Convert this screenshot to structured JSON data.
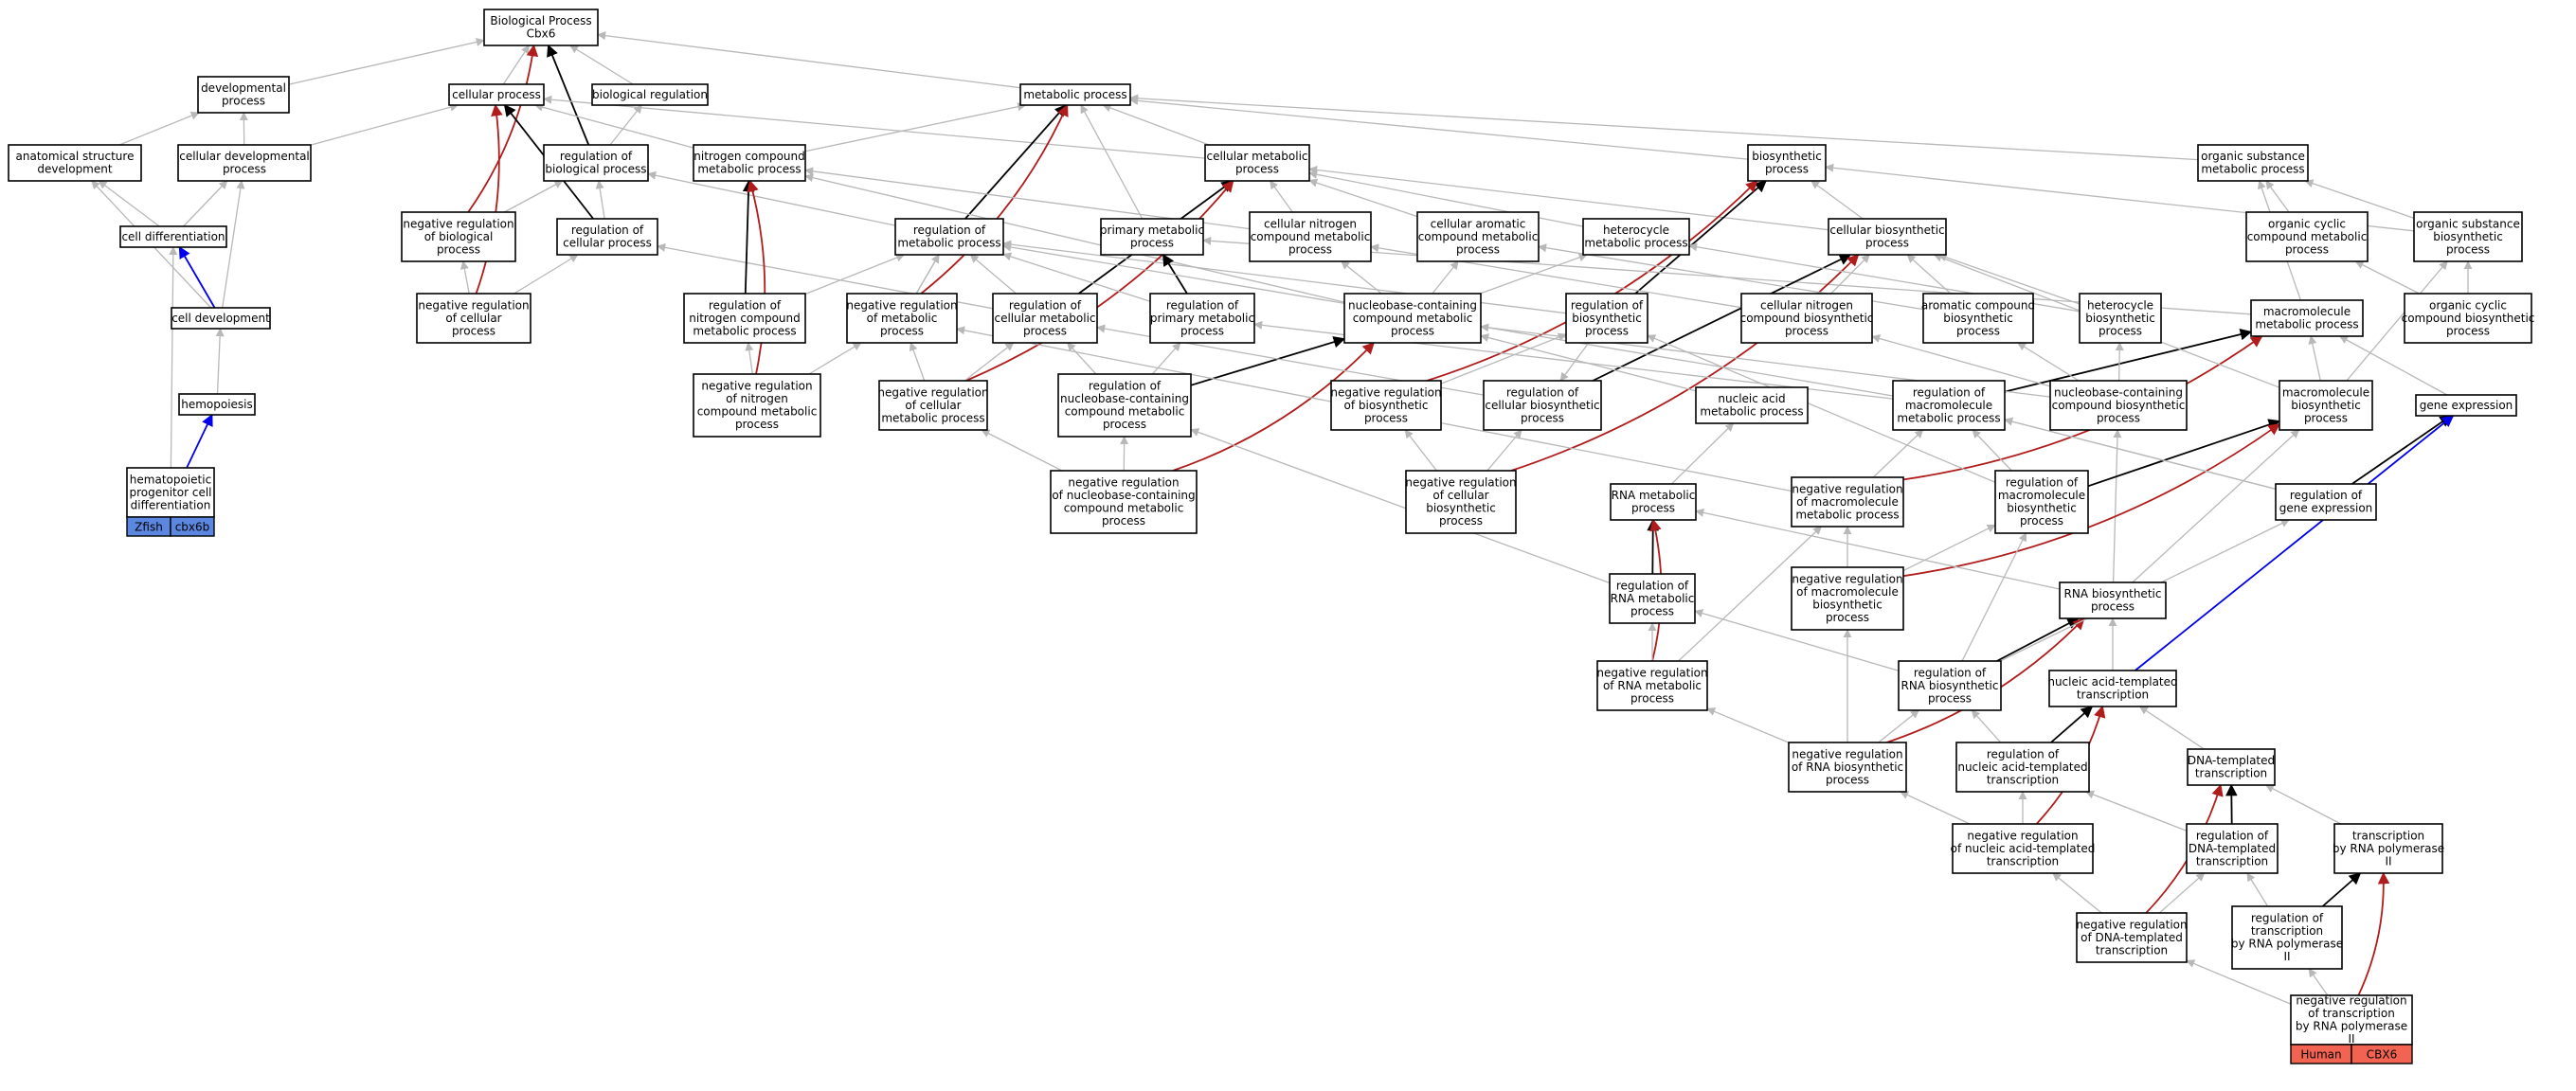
{
  "title": "Biological Process Cbx6 GO graph",
  "nodes": [
    {
      "id": "bp",
      "lines": [
        "Biological Process",
        "Cbx6"
      ]
    },
    {
      "id": "dev",
      "lines": [
        "developmental",
        "process"
      ]
    },
    {
      "id": "cp",
      "lines": [
        "cellular process"
      ]
    },
    {
      "id": "br",
      "lines": [
        "biological regulation"
      ]
    },
    {
      "id": "mp",
      "lines": [
        "metabolic process"
      ]
    },
    {
      "id": "asd",
      "lines": [
        "anatomical structure",
        "development"
      ]
    },
    {
      "id": "cdp",
      "lines": [
        "cellular developmental",
        "process"
      ]
    },
    {
      "id": "rbp",
      "lines": [
        "regulation of",
        "biological process"
      ]
    },
    {
      "id": "ncmp",
      "lines": [
        "nitrogen compound",
        "metabolic process"
      ]
    },
    {
      "id": "cmp",
      "lines": [
        "cellular metabolic",
        "process"
      ]
    },
    {
      "id": "bsp",
      "lines": [
        "biosynthetic",
        "process"
      ]
    },
    {
      "id": "osmp",
      "lines": [
        "organic substance",
        "metabolic process"
      ]
    },
    {
      "id": "cdiff",
      "lines": [
        "cell differentiation"
      ]
    },
    {
      "id": "nrbp",
      "lines": [
        "negative regulation",
        "of biological",
        "process"
      ]
    },
    {
      "id": "rcp",
      "lines": [
        "regulation of",
        "cellular process"
      ]
    },
    {
      "id": "rmp",
      "lines": [
        "regulation of",
        "metabolic process"
      ]
    },
    {
      "id": "pmp",
      "lines": [
        "primary metabolic",
        "process"
      ]
    },
    {
      "id": "cncmp",
      "lines": [
        "cellular nitrogen",
        "compound metabolic",
        "process"
      ]
    },
    {
      "id": "cacmp",
      "lines": [
        "cellular aromatic",
        "compound metabolic",
        "process"
      ]
    },
    {
      "id": "hmp",
      "lines": [
        "heterocycle",
        "metabolic process"
      ]
    },
    {
      "id": "cbsp",
      "lines": [
        "cellular biosynthetic",
        "process"
      ]
    },
    {
      "id": "ocmp",
      "lines": [
        "organic cyclic",
        "compound metabolic",
        "process"
      ]
    },
    {
      "id": "osbp",
      "lines": [
        "organic substance",
        "biosynthetic",
        "process"
      ]
    },
    {
      "id": "cdev",
      "lines": [
        "cell development"
      ]
    },
    {
      "id": "nrcp",
      "lines": [
        "negative regulation",
        "of cellular",
        "process"
      ]
    },
    {
      "id": "rncmp",
      "lines": [
        "regulation of",
        "nitrogen compound",
        "metabolic process"
      ]
    },
    {
      "id": "nrmp",
      "lines": [
        "negative regulation",
        "of metabolic",
        "process"
      ]
    },
    {
      "id": "rcmp",
      "lines": [
        "regulation of",
        "cellular metabolic",
        "process"
      ]
    },
    {
      "id": "rpmp",
      "lines": [
        "regulation of",
        "primary metabolic",
        "process"
      ]
    },
    {
      "id": "nbcmp",
      "lines": [
        "nucleobase-containing",
        "compound metabolic",
        "process"
      ]
    },
    {
      "id": "rbsp",
      "lines": [
        "regulation of",
        "biosynthetic",
        "process"
      ]
    },
    {
      "id": "cncbp",
      "lines": [
        "cellular nitrogen",
        "compound biosynthetic",
        "process"
      ]
    },
    {
      "id": "acbp",
      "lines": [
        "aromatic compound",
        "biosynthetic",
        "process"
      ]
    },
    {
      "id": "hbp",
      "lines": [
        "heterocycle",
        "biosynthetic",
        "process"
      ]
    },
    {
      "id": "mmp",
      "lines": [
        "macromolecule",
        "metabolic process"
      ]
    },
    {
      "id": "ocbp",
      "lines": [
        "organic cyclic",
        "compound biosynthetic",
        "process"
      ]
    },
    {
      "id": "hemo",
      "lines": [
        "hemopoiesis"
      ]
    },
    {
      "id": "nrncmp",
      "lines": [
        "negative regulation",
        "of nitrogen",
        "compound metabolic",
        "process"
      ]
    },
    {
      "id": "nrcmp",
      "lines": [
        "negative regulation",
        "of cellular",
        "metabolic process"
      ]
    },
    {
      "id": "rnbcmp",
      "lines": [
        "regulation of",
        "nucleobase-containing",
        "compound metabolic",
        "process"
      ]
    },
    {
      "id": "nrbsp",
      "lines": [
        "negative regulation",
        "of biosynthetic",
        "process"
      ]
    },
    {
      "id": "rcbp",
      "lines": [
        "regulation of",
        "cellular biosynthetic",
        "process"
      ]
    },
    {
      "id": "namp",
      "lines": [
        "nucleic acid",
        "metabolic process"
      ]
    },
    {
      "id": "rmmp",
      "lines": [
        "regulation of",
        "macromolecule",
        "metabolic process"
      ]
    },
    {
      "id": "nbcbp",
      "lines": [
        "nucleobase-containing",
        "compound biosynthetic",
        "process"
      ]
    },
    {
      "id": "mbp",
      "lines": [
        "macromolecule",
        "biosynthetic",
        "process"
      ]
    },
    {
      "id": "ge",
      "lines": [
        "gene expression"
      ]
    },
    {
      "id": "hpcd",
      "lines": [
        "hematopoietic",
        "progenitor cell",
        "differentiation"
      ]
    },
    {
      "id": "nrnbcmp",
      "lines": [
        "negative regulation",
        "of nucleobase-containing",
        "compound metabolic",
        "process"
      ]
    },
    {
      "id": "nrcbp",
      "lines": [
        "negative regulation",
        "of cellular",
        "biosynthetic",
        "process"
      ]
    },
    {
      "id": "rnamp",
      "lines": [
        "RNA metabolic",
        "process"
      ]
    },
    {
      "id": "nrmmp",
      "lines": [
        "negative regulation",
        "of macromolecule",
        "metabolic process"
      ]
    },
    {
      "id": "rmbp",
      "lines": [
        "regulation of",
        "macromolecule",
        "biosynthetic",
        "process"
      ]
    },
    {
      "id": "rge",
      "lines": [
        "regulation of",
        "gene expression"
      ]
    },
    {
      "id": "rrnamp",
      "lines": [
        "regulation of",
        "RNA metabolic",
        "process"
      ]
    },
    {
      "id": "nrmbp",
      "lines": [
        "negative regulation",
        "of macromolecule",
        "biosynthetic",
        "process"
      ]
    },
    {
      "id": "rnabp",
      "lines": [
        "RNA biosynthetic",
        "process"
      ]
    },
    {
      "id": "nrrnamp",
      "lines": [
        "negative regulation",
        "of RNA metabolic",
        "process"
      ]
    },
    {
      "id": "rrnabp",
      "lines": [
        "regulation of",
        "RNA biosynthetic",
        "process"
      ]
    },
    {
      "id": "natt",
      "lines": [
        "nucleic acid-templated",
        "transcription"
      ]
    },
    {
      "id": "nrrnabp",
      "lines": [
        "negative regulation",
        "of RNA biosynthetic",
        "process"
      ]
    },
    {
      "id": "rnatt",
      "lines": [
        "regulation of",
        "nucleic acid-templated",
        "transcription"
      ]
    },
    {
      "id": "dtt",
      "lines": [
        "DNA-templated",
        "transcription"
      ]
    },
    {
      "id": "nrnatt",
      "lines": [
        "negative regulation",
        "of nucleic acid-templated",
        "transcription"
      ]
    },
    {
      "id": "rdtt",
      "lines": [
        "regulation of",
        "DNA-templated",
        "transcription"
      ]
    },
    {
      "id": "trp2",
      "lines": [
        "transcription",
        "by RNA polymerase",
        "II"
      ]
    },
    {
      "id": "nrdtt",
      "lines": [
        "negative regulation",
        "of DNA-templated",
        "transcription"
      ]
    },
    {
      "id": "rtrp2",
      "lines": [
        "regulation of",
        "transcription",
        "by RNA polymerase",
        "II"
      ]
    },
    {
      "id": "nrtrp2",
      "lines": [
        "negative regulation",
        "of transcription",
        "by RNA polymerase",
        "II"
      ]
    }
  ],
  "annotations": [
    {
      "node": "hpcd",
      "left": "Zfish",
      "right": "cbx6b",
      "color": "#5b87e0"
    },
    {
      "node": "nrtrp2",
      "left": "Human",
      "right": "CBX6",
      "color": "#f26451"
    }
  ],
  "edge_colors": {
    "gray": "#b8b8b8",
    "black": "#000000",
    "red": "#b01c1c",
    "blue": "#0000ee"
  },
  "edges": [
    [
      "dev",
      "bp",
      "gray"
    ],
    [
      "cp",
      "bp",
      "gray"
    ],
    [
      "br",
      "bp",
      "gray"
    ],
    [
      "mp",
      "bp",
      "gray"
    ],
    [
      "rbp",
      "bp",
      "black"
    ],
    [
      "nrbp",
      "bp",
      "red"
    ],
    [
      "asd",
      "dev",
      "gray"
    ],
    [
      "cdp",
      "dev",
      "gray"
    ],
    [
      "cdp",
      "cp",
      "gray"
    ],
    [
      "ncmp",
      "cp",
      "gray"
    ],
    [
      "cmp",
      "cp",
      "gray"
    ],
    [
      "rcp",
      "cp",
      "black"
    ],
    [
      "nrcp",
      "cp",
      "red"
    ],
    [
      "rbp",
      "br",
      "gray"
    ],
    [
      "ncmp",
      "mp",
      "gray"
    ],
    [
      "cmp",
      "mp",
      "gray"
    ],
    [
      "pmp",
      "mp",
      "gray"
    ],
    [
      "osmp",
      "mp",
      "gray"
    ],
    [
      "bsp",
      "mp",
      "gray"
    ],
    [
      "rmp",
      "mp",
      "black"
    ],
    [
      "nrmp",
      "mp",
      "red"
    ],
    [
      "cdiff",
      "asd",
      "gray"
    ],
    [
      "cdiff",
      "cdp",
      "gray"
    ],
    [
      "cdev",
      "asd",
      "gray"
    ],
    [
      "cdev",
      "cdp",
      "gray"
    ],
    [
      "cdev",
      "cdiff",
      "blue"
    ],
    [
      "hemo",
      "cdev",
      "gray"
    ],
    [
      "hpcd",
      "hemo",
      "blue"
    ],
    [
      "hpcd",
      "cdiff",
      "gray"
    ],
    [
      "nrbp",
      "rbp",
      "gray"
    ],
    [
      "rcp",
      "rbp",
      "gray"
    ],
    [
      "rmp",
      "rbp",
      "gray"
    ],
    [
      "nrcp",
      "nrbp",
      "gray"
    ],
    [
      "nrcp",
      "rcp",
      "gray"
    ],
    [
      "rcmp",
      "rcp",
      "gray"
    ],
    [
      "rncmp",
      "ncmp",
      "black"
    ],
    [
      "nrncmp",
      "ncmp",
      "red"
    ],
    [
      "cncmp",
      "ncmp",
      "gray"
    ],
    [
      "nbcmp",
      "ncmp",
      "gray"
    ],
    [
      "cncmp",
      "cmp",
      "gray"
    ],
    [
      "cacmp",
      "cmp",
      "gray"
    ],
    [
      "hmp",
      "cmp",
      "gray"
    ],
    [
      "cbsp",
      "cmp",
      "gray"
    ],
    [
      "rcmp",
      "cmp",
      "black"
    ],
    [
      "nrcmp",
      "cmp",
      "red"
    ],
    [
      "cbsp",
      "bsp",
      "gray"
    ],
    [
      "osbp",
      "bsp",
      "gray"
    ],
    [
      "rbsp",
      "bsp",
      "black"
    ],
    [
      "nrbsp",
      "bsp",
      "red"
    ],
    [
      "ocmp",
      "osmp",
      "gray"
    ],
    [
      "osbp",
      "osmp",
      "gray"
    ],
    [
      "mmp",
      "osmp",
      "gray"
    ],
    [
      "rncmp",
      "rmp",
      "gray"
    ],
    [
      "nrmp",
      "rmp",
      "gray"
    ],
    [
      "rcmp",
      "rmp",
      "gray"
    ],
    [
      "rpmp",
      "rmp",
      "gray"
    ],
    [
      "rbsp",
      "rmp",
      "gray"
    ],
    [
      "rpmp",
      "pmp",
      "black"
    ],
    [
      "mmp",
      "pmp",
      "gray"
    ],
    [
      "nbcmp",
      "cncmp",
      "gray"
    ],
    [
      "nbcmp",
      "cacmp",
      "gray"
    ],
    [
      "nbcmp",
      "hmp",
      "gray"
    ],
    [
      "cncbp",
      "cbsp",
      "gray"
    ],
    [
      "acbp",
      "cbsp",
      "gray"
    ],
    [
      "hbp",
      "cbsp",
      "gray"
    ],
    [
      "rcbp",
      "cbsp",
      "black"
    ],
    [
      "nrcbp",
      "cbsp",
      "red"
    ],
    [
      "ocbp",
      "ocmp",
      "gray"
    ],
    [
      "ocbp",
      "osbp",
      "gray"
    ],
    [
      "mbp",
      "osbp",
      "gray"
    ],
    [
      "acbp",
      "cacmp",
      "gray"
    ],
    [
      "hbp",
      "hmp",
      "gray"
    ],
    [
      "cncbp",
      "cncmp",
      "gray"
    ],
    [
      "namp",
      "nbcmp",
      "gray"
    ],
    [
      "rnbcmp",
      "nbcmp",
      "black"
    ],
    [
      "nrnbcmp",
      "nbcmp",
      "red"
    ],
    [
      "rbsp",
      "rcbp",
      "gray"
    ],
    [
      "nrncmp",
      "rncmp",
      "gray"
    ],
    [
      "nrncmp",
      "nrmp",
      "gray"
    ],
    [
      "nrcmp",
      "nrmp",
      "gray"
    ],
    [
      "nrcmp",
      "rcmp",
      "gray"
    ],
    [
      "nrmp",
      "rmp",
      "gray"
    ],
    [
      "rnbcmp",
      "rcmp",
      "gray"
    ],
    [
      "rnbcmp",
      "rpmp",
      "gray"
    ],
    [
      "nrnbcmp",
      "rnbcmp",
      "gray"
    ],
    [
      "nrnbcmp",
      "nrcmp",
      "gray"
    ],
    [
      "nrbsp",
      "rbsp",
      "gray"
    ],
    [
      "nrcbp",
      "nrbsp",
      "gray"
    ],
    [
      "nrcbp",
      "rcbp",
      "gray"
    ],
    [
      "rcbp",
      "rcmp",
      "gray"
    ],
    [
      "rmmp",
      "mmp",
      "black"
    ],
    [
      "nrmmp",
      "mmp",
      "red"
    ],
    [
      "rmmp",
      "rpmp",
      "gray"
    ],
    [
      "rmmp",
      "rmp",
      "gray"
    ],
    [
      "nrmmp",
      "rmmp",
      "gray"
    ],
    [
      "nrmmp",
      "nrmp",
      "gray"
    ],
    [
      "nbcbp",
      "acbp",
      "gray"
    ],
    [
      "nbcbp",
      "hbp",
      "gray"
    ],
    [
      "nbcbp",
      "cncbp",
      "gray"
    ],
    [
      "nbcbp",
      "nbcmp",
      "gray"
    ],
    [
      "rnabp",
      "nbcbp",
      "gray"
    ],
    [
      "mbp",
      "mmp",
      "gray"
    ],
    [
      "mbp",
      "cbsp",
      "gray"
    ],
    [
      "rmbp",
      "mbp",
      "black"
    ],
    [
      "nrmbp",
      "mbp",
      "red"
    ],
    [
      "rmbp",
      "rmmp",
      "gray"
    ],
    [
      "rmbp",
      "rbsp",
      "gray"
    ],
    [
      "nrmbp",
      "rmbp",
      "gray"
    ],
    [
      "nrmbp",
      "nrmmp",
      "gray"
    ],
    [
      "rge",
      "ge",
      "black"
    ],
    [
      "natt",
      "ge",
      "blue"
    ],
    [
      "ge",
      "mmp",
      "gray"
    ],
    [
      "rge",
      "rmmp",
      "gray"
    ],
    [
      "rnamp",
      "namp",
      "gray"
    ],
    [
      "rrnamp",
      "rnamp",
      "black"
    ],
    [
      "nrrnamp",
      "rnamp",
      "red"
    ],
    [
      "rrnamp",
      "rnbcmp",
      "gray"
    ],
    [
      "nrrnamp",
      "rrnamp",
      "gray"
    ],
    [
      "nrrnamp",
      "nrmmp",
      "gray"
    ],
    [
      "rnabp",
      "rnamp",
      "gray"
    ],
    [
      "rnabp",
      "mbp",
      "gray"
    ],
    [
      "rrnabp",
      "rnabp",
      "black"
    ],
    [
      "nrrnabp",
      "rnabp",
      "red"
    ],
    [
      "rrnabp",
      "rrnamp",
      "gray"
    ],
    [
      "rrnabp",
      "rmbp",
      "gray"
    ],
    [
      "nrrnabp",
      "rrnabp",
      "gray"
    ],
    [
      "nrrnabp",
      "nrrnamp",
      "gray"
    ],
    [
      "nrrnabp",
      "nrmbp",
      "gray"
    ],
    [
      "natt",
      "rnabp",
      "gray"
    ],
    [
      "rnatt",
      "natt",
      "black"
    ],
    [
      "nrnatt",
      "natt",
      "red"
    ],
    [
      "rnatt",
      "rrnabp",
      "gray"
    ],
    [
      "nrnatt",
      "rnatt",
      "gray"
    ],
    [
      "nrnatt",
      "nrrnabp",
      "gray"
    ],
    [
      "dtt",
      "natt",
      "gray"
    ],
    [
      "rdtt",
      "dtt",
      "black"
    ],
    [
      "nrdtt",
      "dtt",
      "red"
    ],
    [
      "rdtt",
      "rnatt",
      "gray"
    ],
    [
      "nrdtt",
      "rdtt",
      "gray"
    ],
    [
      "nrdtt",
      "nrnatt",
      "gray"
    ],
    [
      "trp2",
      "dtt",
      "gray"
    ],
    [
      "rtrp2",
      "trp2",
      "black"
    ],
    [
      "nrtrp2",
      "trp2",
      "red"
    ],
    [
      "rtrp2",
      "rdtt",
      "gray"
    ],
    [
      "nrtrp2",
      "rtrp2",
      "gray"
    ],
    [
      "nrtrp2",
      "nrdtt",
      "gray"
    ],
    [
      "rrnabp",
      "rge",
      "gray"
    ],
    [
      "rge",
      "rmmp",
      "gray"
    ]
  ]
}
